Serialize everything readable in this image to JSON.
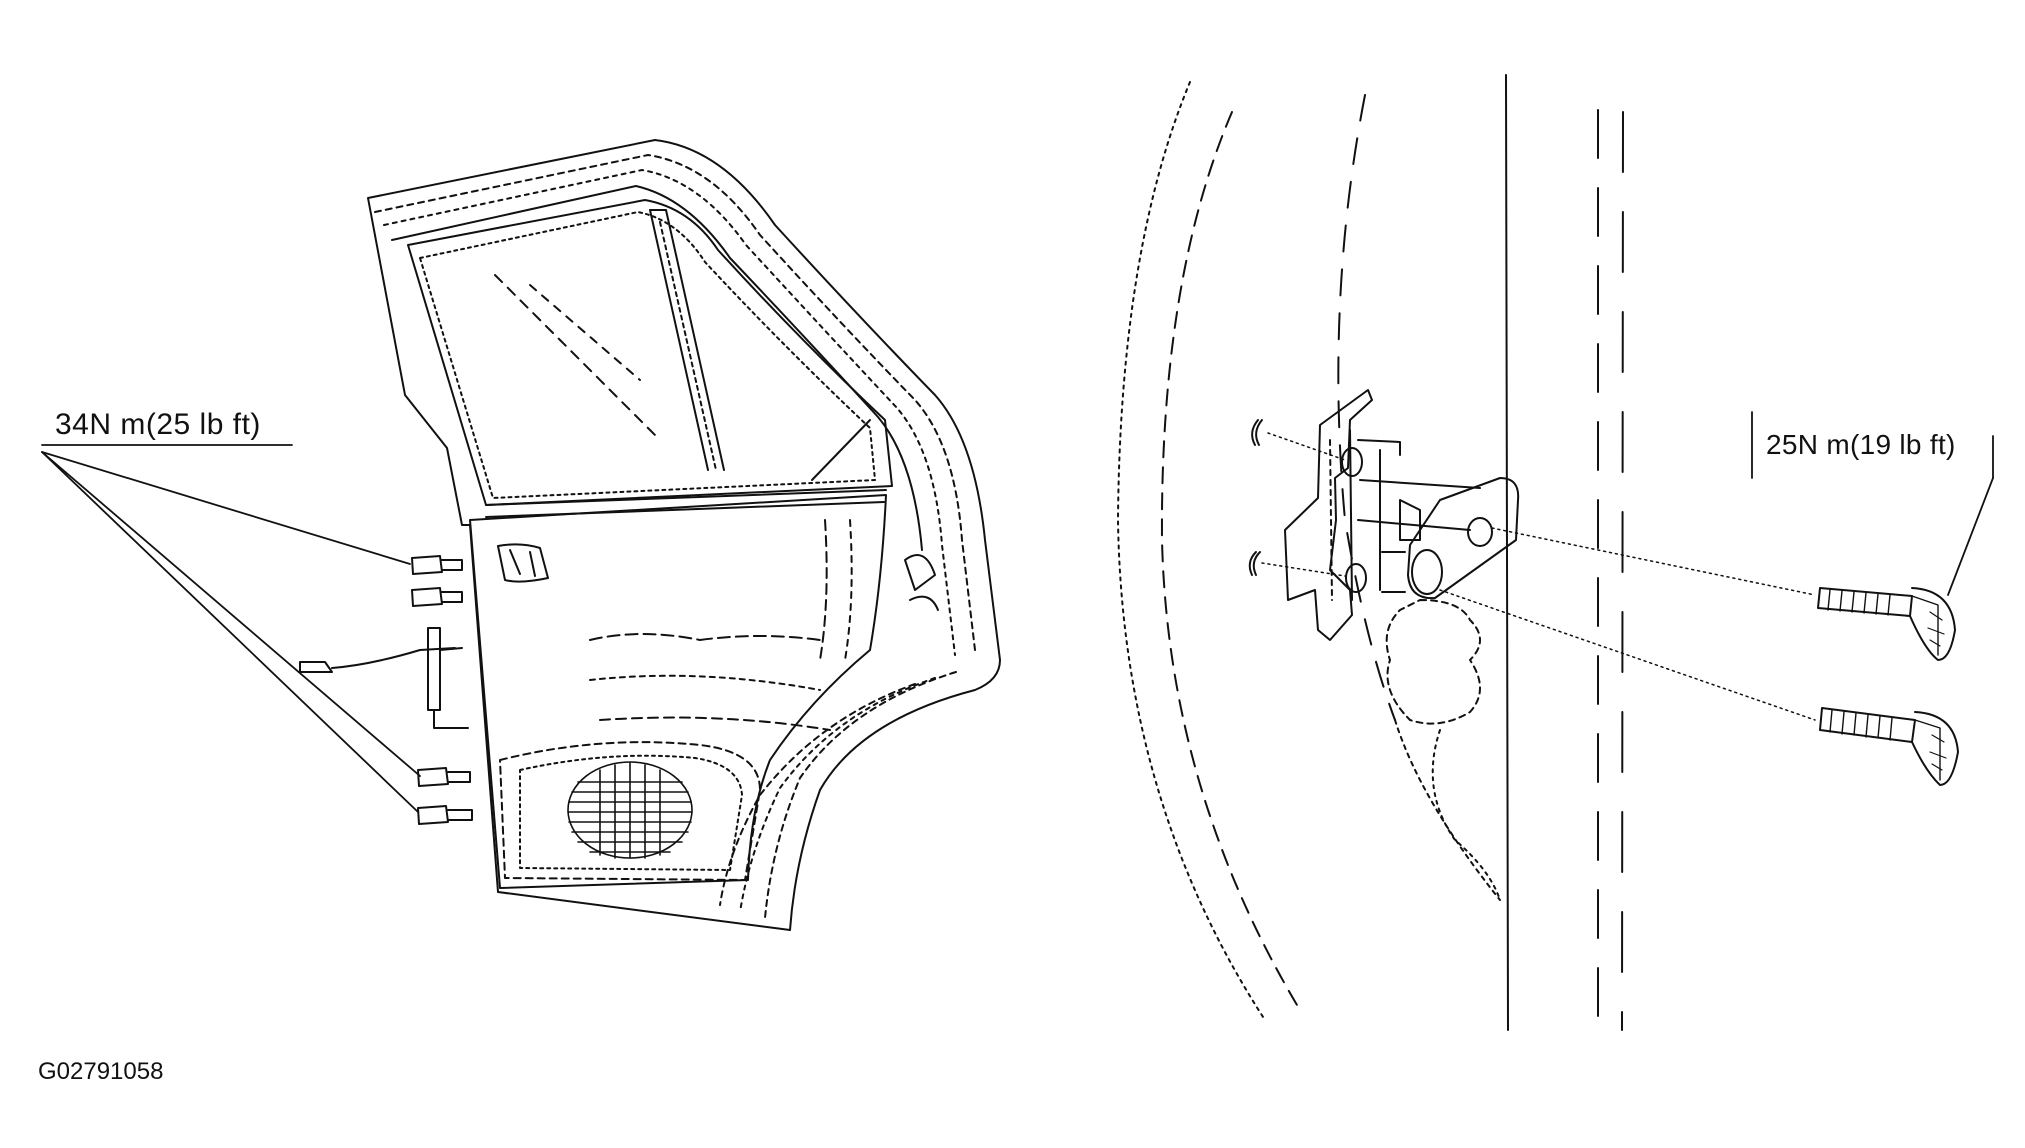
{
  "labels": {
    "torque_left": "34N m(25 lb ft)",
    "torque_right": "25N m(19 lb ft)",
    "figure_id": "G02791058"
  },
  "colors": {
    "line": "#111111",
    "background": "#ffffff"
  }
}
